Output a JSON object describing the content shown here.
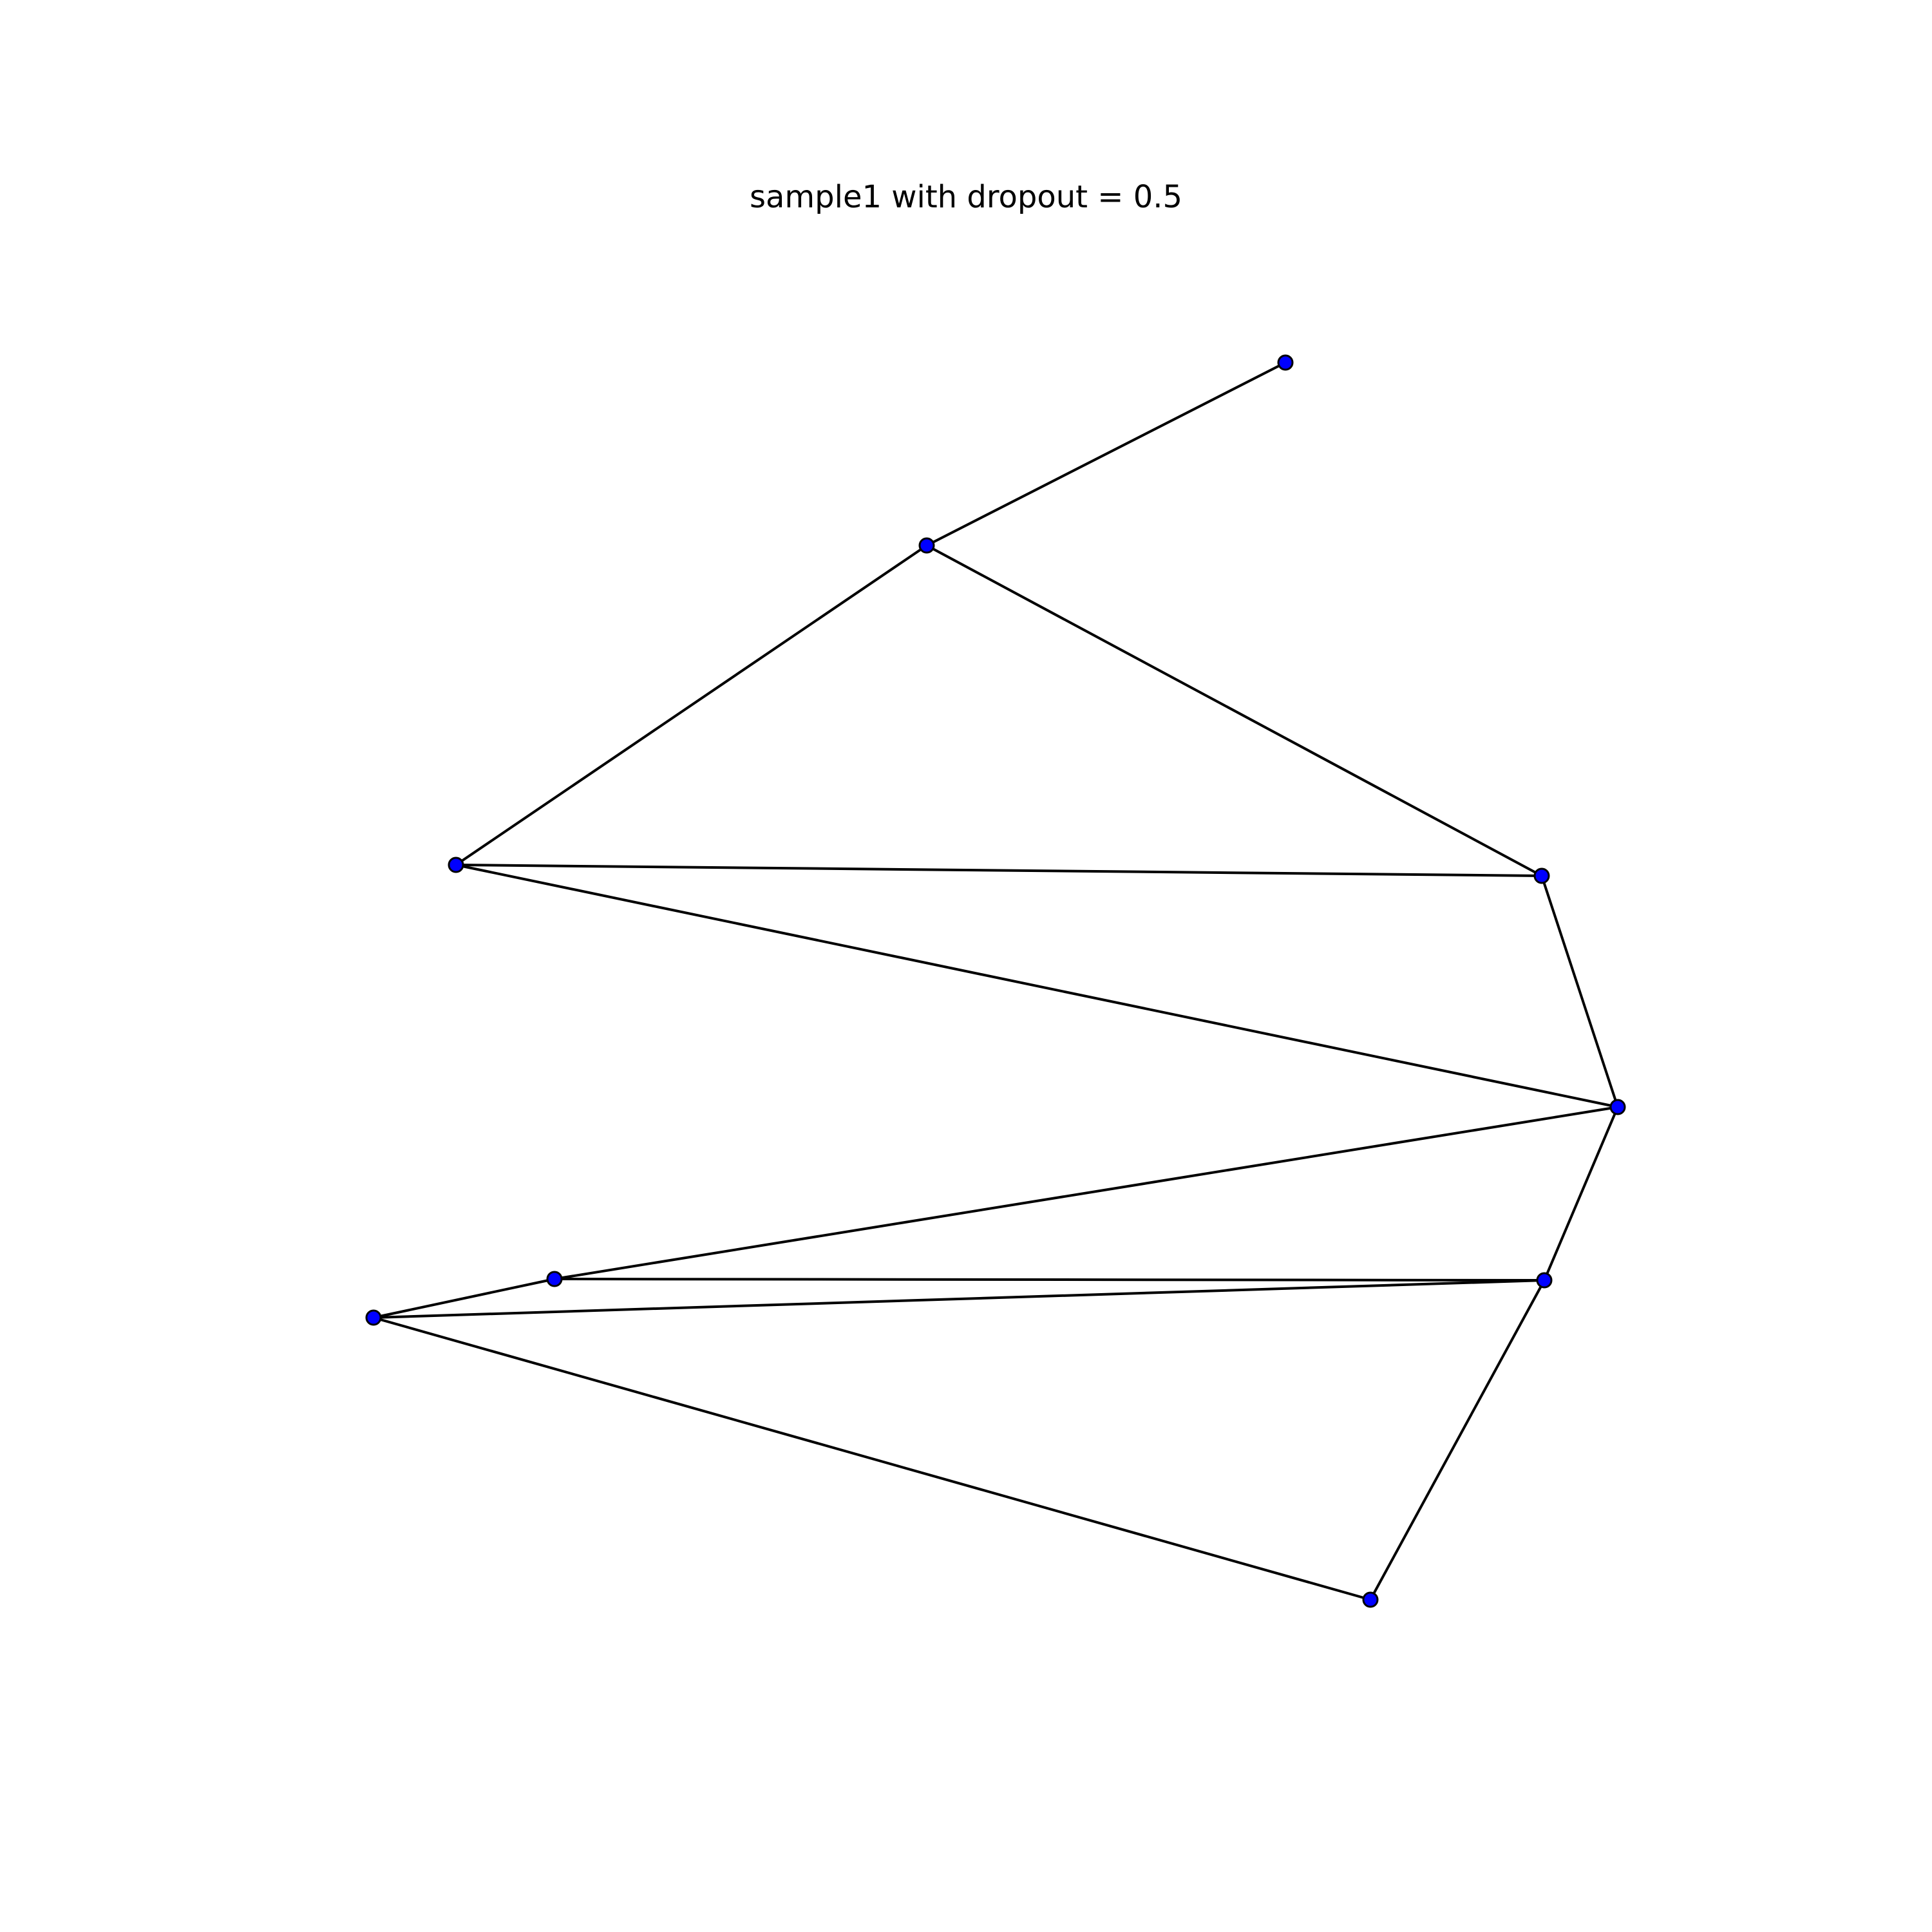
{
  "title": "sample1 with dropout = 0.5",
  "style": {
    "node_fill": "#0000ff",
    "node_stroke": "#000000",
    "edge_color": "#000000",
    "background": "#ffffff"
  },
  "graph": {
    "node_count": 9,
    "edges": [
      [
        "n0",
        "n1"
      ],
      [
        "n1",
        "n2"
      ],
      [
        "n1",
        "n3"
      ],
      [
        "n2",
        "n3"
      ],
      [
        "n2",
        "n4"
      ],
      [
        "n3",
        "n4"
      ],
      [
        "n4",
        "n5"
      ],
      [
        "n4",
        "n6"
      ],
      [
        "n6",
        "n5"
      ],
      [
        "n6",
        "n7"
      ],
      [
        "n5",
        "n7"
      ],
      [
        "n5",
        "n8"
      ],
      [
        "n7",
        "n8"
      ]
    ]
  }
}
